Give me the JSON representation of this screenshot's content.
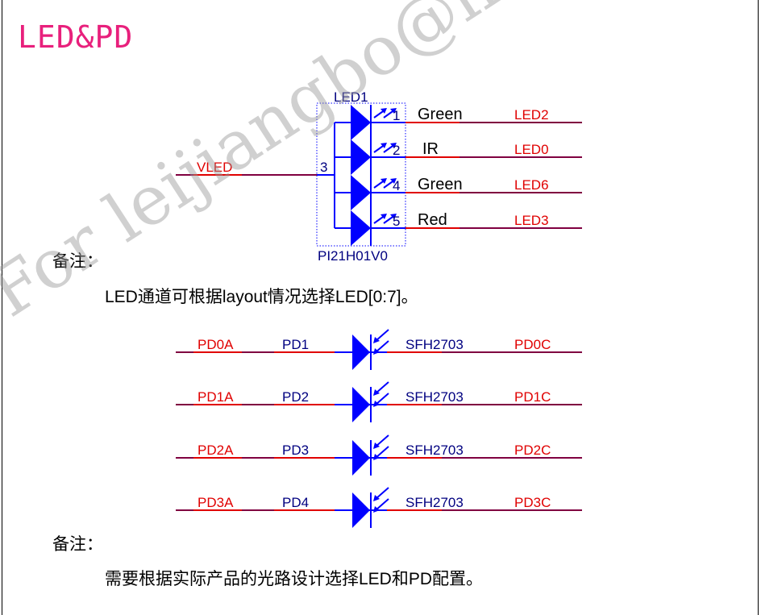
{
  "title": "LED&PD",
  "watermark": "For leijiangbo@liere",
  "led_section": {
    "ref": "LED1",
    "part": "PI21H01V0",
    "input_net": "VLED",
    "common_pin": "3",
    "channels": [
      {
        "pin": "1",
        "color": "Green",
        "net": "LED2"
      },
      {
        "pin": "2",
        "color": "IR",
        "net": "LED0"
      },
      {
        "pin": "4",
        "color": "Green",
        "net": "LED6"
      },
      {
        "pin": "5",
        "color": "Red",
        "net": "LED3"
      }
    ]
  },
  "note1_label": "备注：",
  "note1_text": "LED通道可根据layout情况选择LED[0:7]。",
  "pd_section": {
    "rows": [
      {
        "anode": "PD0A",
        "ref": "PD1",
        "part": "SFH2703",
        "cathode": "PD0C"
      },
      {
        "anode": "PD1A",
        "ref": "PD2",
        "part": "SFH2703",
        "cathode": "PD1C"
      },
      {
        "anode": "PD2A",
        "ref": "PD3",
        "part": "SFH2703",
        "cathode": "PD2C"
      },
      {
        "anode": "PD3A",
        "ref": "PD4",
        "part": "SFH2703",
        "cathode": "PD3C"
      }
    ]
  },
  "note2_label": "备注：",
  "note2_text": "需要根据实际产品的光路设计选择LED和PD配置。",
  "colors": {
    "title": "#e8207c",
    "net": "#e00000",
    "wire": "#800040",
    "symbol": "#0000ff",
    "ref": "#000080"
  }
}
